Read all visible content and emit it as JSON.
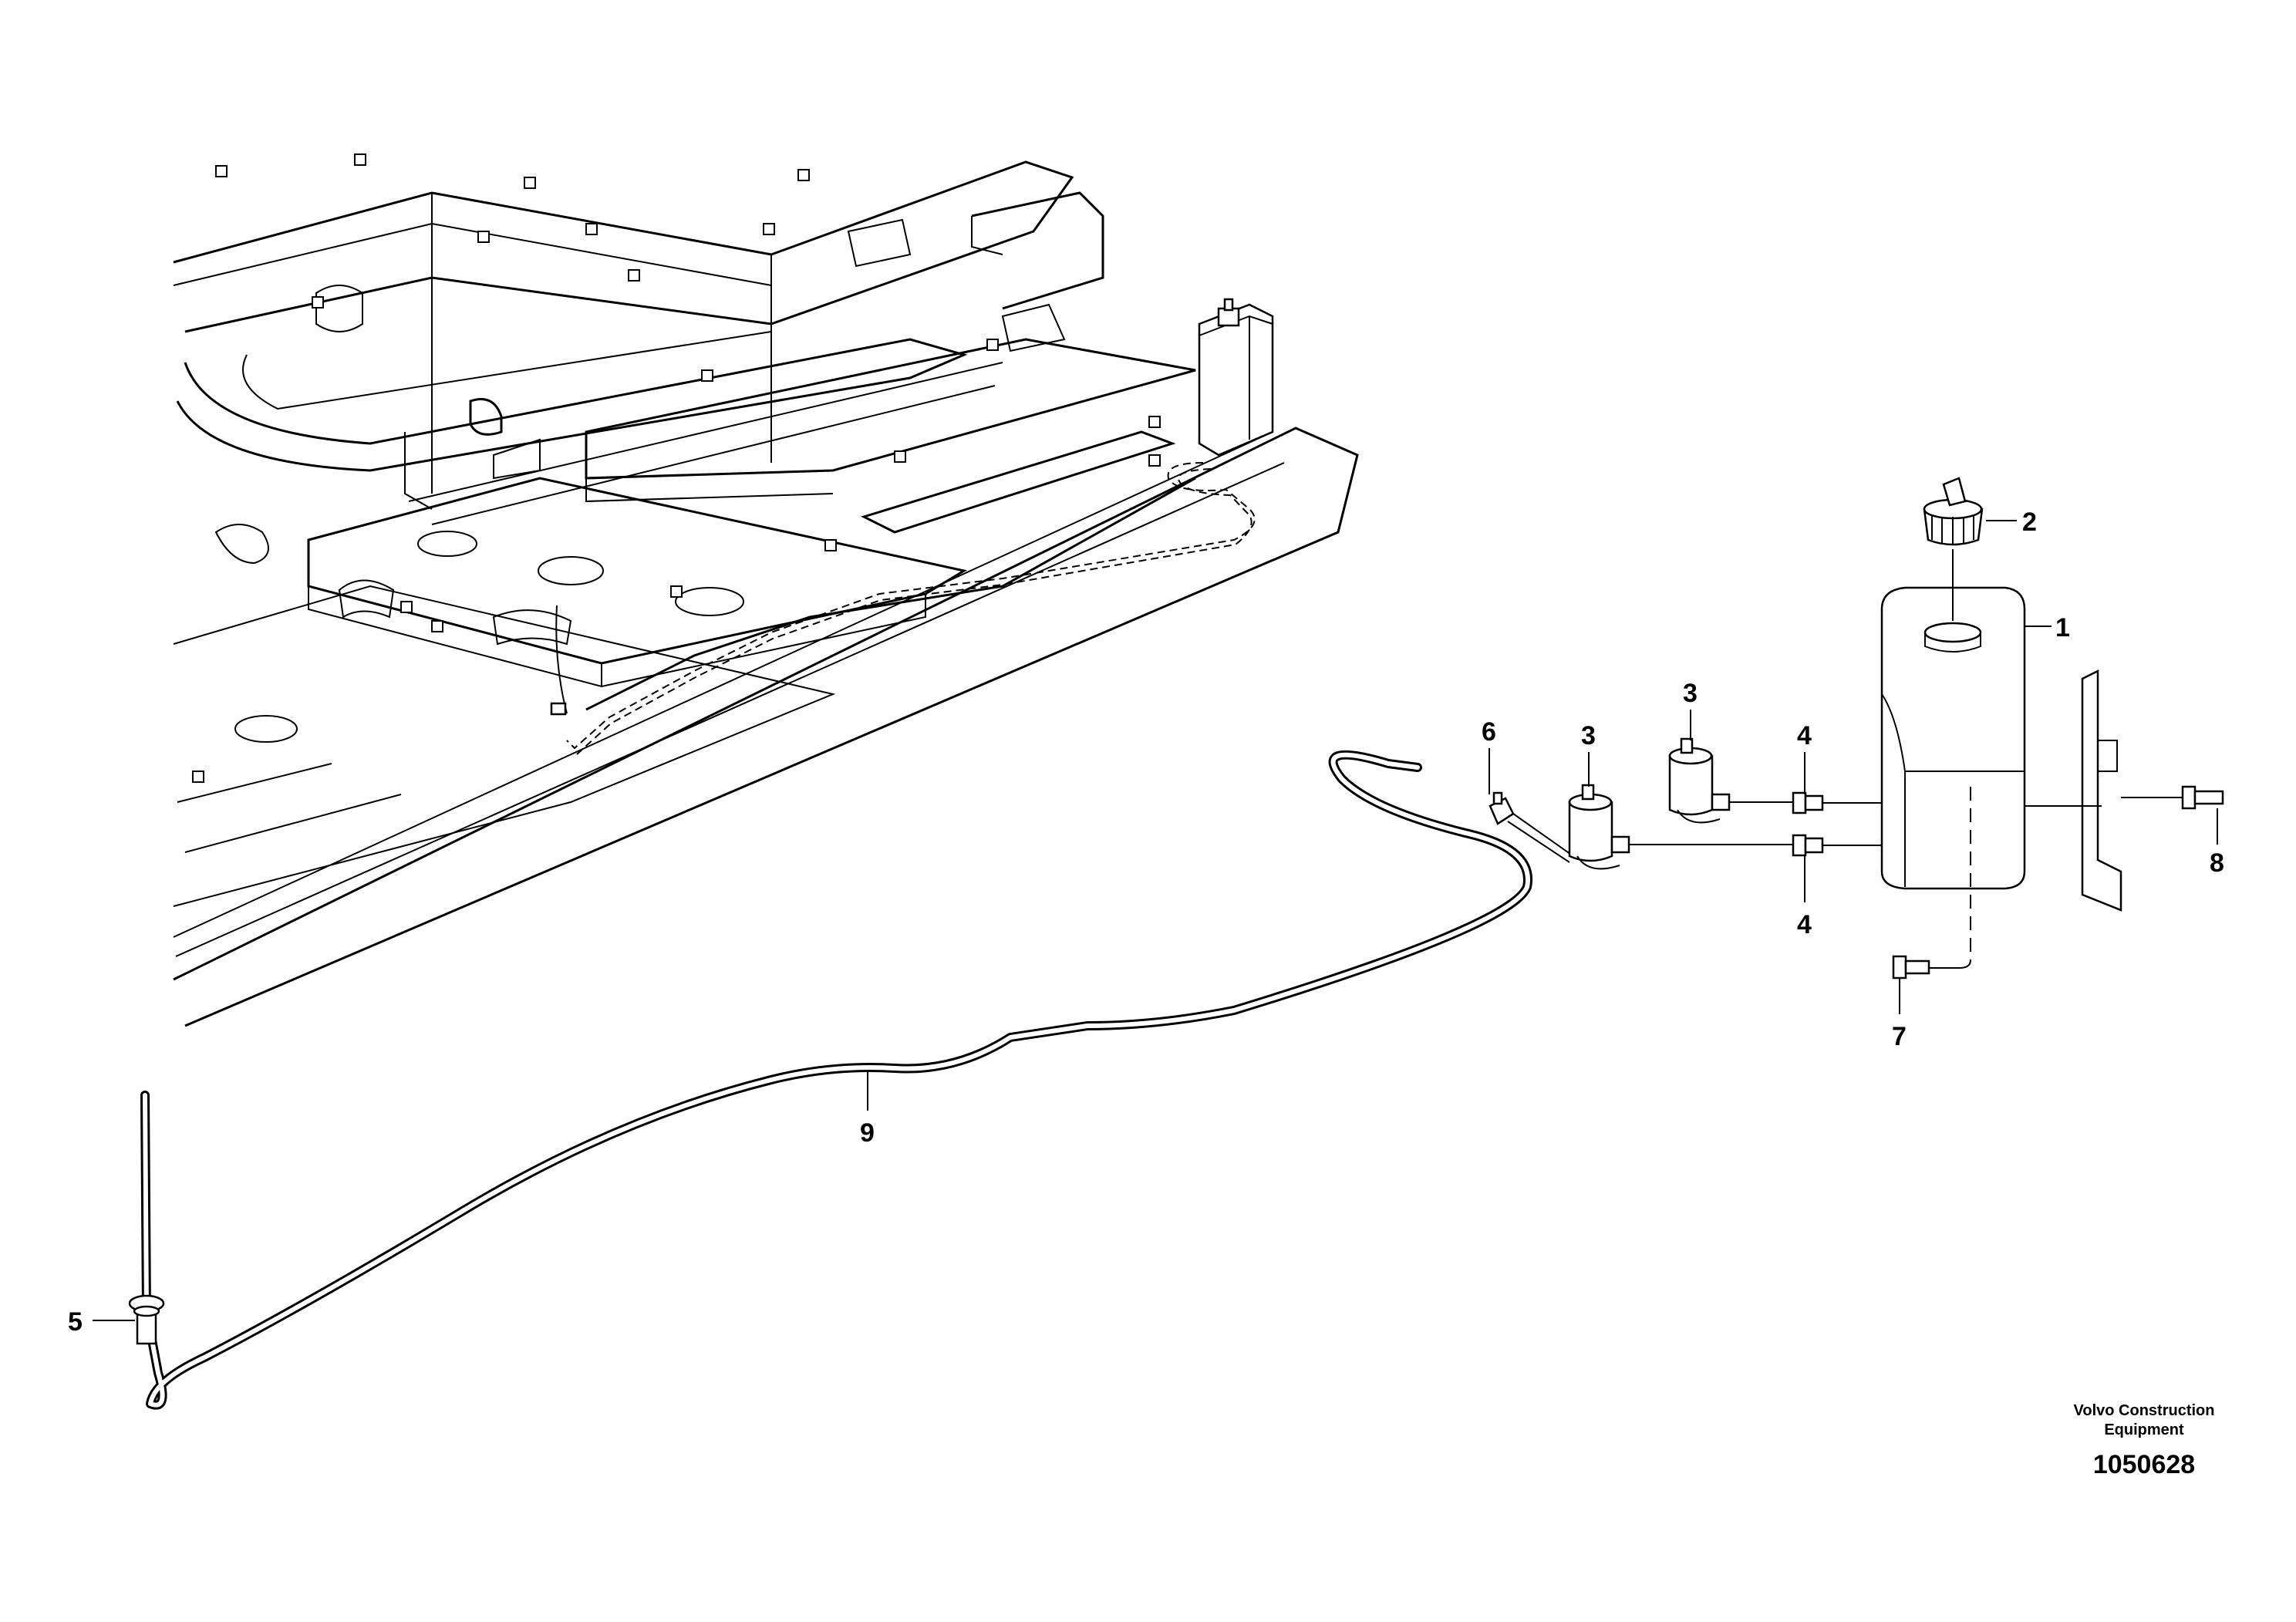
{
  "callouts": {
    "c1": "1",
    "c2": "2",
    "c3a": "3",
    "c3b": "3",
    "c4a": "4",
    "c4b": "4",
    "c5": "5",
    "c6": "6",
    "c7": "7",
    "c8": "8",
    "c9": "9"
  },
  "credit": {
    "line1": "Volvo Construction",
    "line2": "Equipment",
    "doc_number": "1050628"
  }
}
